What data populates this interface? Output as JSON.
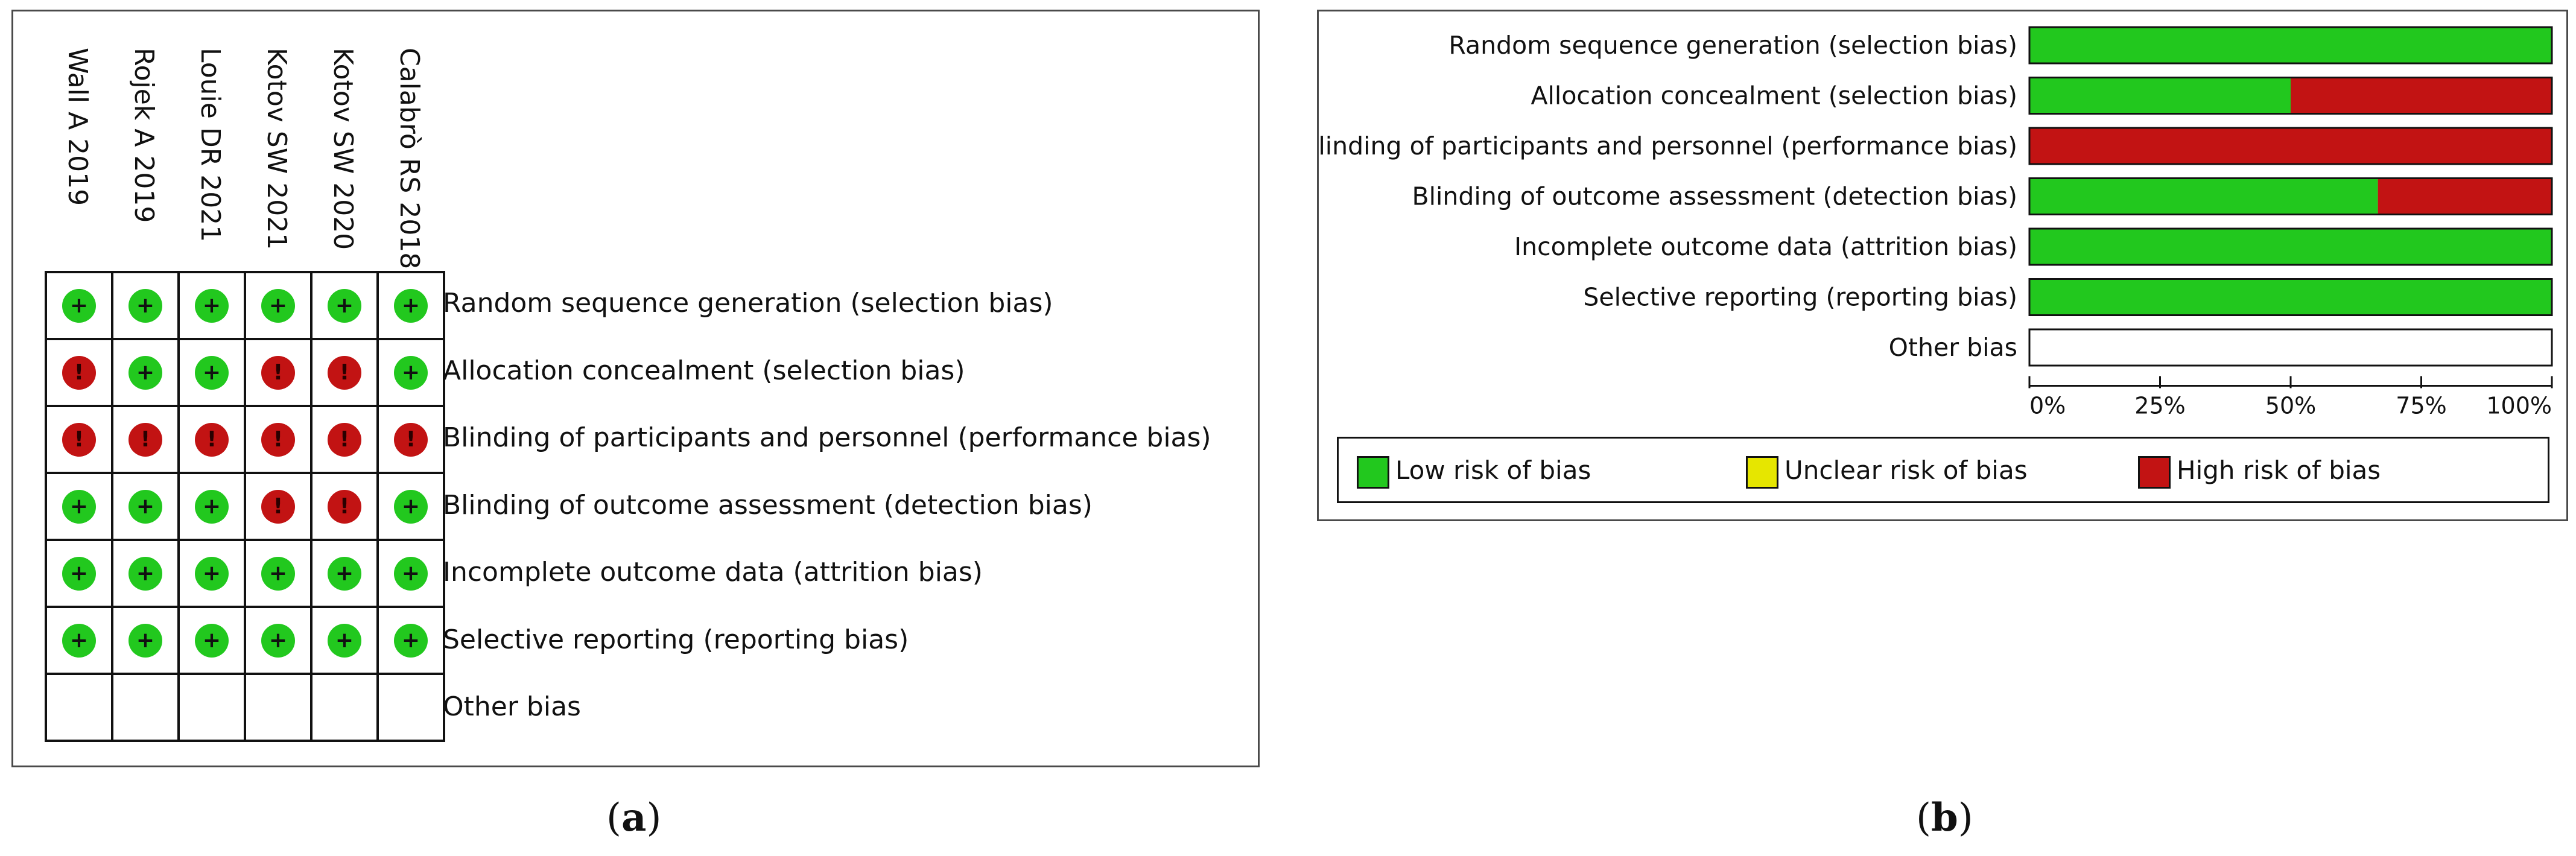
{
  "colors": {
    "low": "#22c81e",
    "unclear": "#e6e600",
    "high": "#c21313"
  },
  "studies": [
    "Wall A 2019",
    "Rojek A 2019",
    "Louie DR 2021",
    "Kotov SW 2021",
    "Kotov SW 2020",
    "Calabrò RS 2018"
  ],
  "domains": [
    "Random sequence generation (selection bias)",
    "Allocation concealment (selection bias)",
    "Blinding of participants and personnel (performance bias)",
    "Blinding of outcome assessment (detection bias)",
    "Incomplete outcome data (attrition bias)",
    "Selective reporting (reporting bias)",
    "Other bias"
  ],
  "judgement_symbols": {
    "low": "+",
    "high": "!"
  },
  "chart_data": [
    {
      "type": "table",
      "rows": [
        [
          "low",
          "low",
          "low",
          "low",
          "low",
          "low"
        ],
        [
          "high",
          "low",
          "low",
          "high",
          "high",
          "low"
        ],
        [
          "high",
          "high",
          "high",
          "high",
          "high",
          "high"
        ],
        [
          "low",
          "low",
          "low",
          "high",
          "high",
          "low"
        ],
        [
          "low",
          "low",
          "low",
          "low",
          "low",
          "low"
        ],
        [
          "low",
          "low",
          "low",
          "low",
          "low",
          "low"
        ],
        [
          "",
          "",
          "",
          "",
          "",
          ""
        ]
      ]
    },
    {
      "type": "bar",
      "orientation": "horizontal",
      "stacked": true,
      "series": [
        {
          "name": "Low risk of bias",
          "values": [
            100,
            50,
            0,
            66.7,
            100,
            100,
            0
          ]
        },
        {
          "name": "Unclear risk of bias",
          "values": [
            0,
            0,
            0,
            0,
            0,
            0,
            0
          ]
        },
        {
          "name": "High risk of bias",
          "values": [
            0,
            50,
            100,
            33.3,
            0,
            0,
            0
          ]
        }
      ],
      "xlim": [
        0,
        100
      ],
      "xticks": [
        "0%",
        "25%",
        "50%",
        "75%",
        "100%"
      ]
    }
  ],
  "captions": {
    "a": "a",
    "b": "b"
  }
}
